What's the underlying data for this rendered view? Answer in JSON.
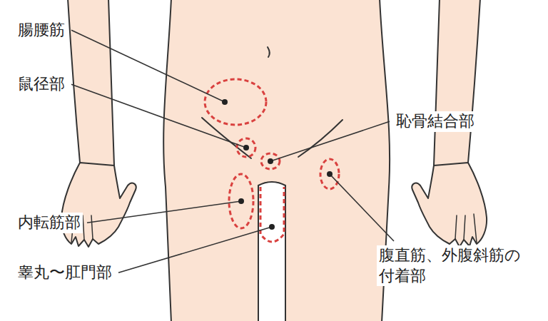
{
  "diagram": {
    "labels": [
      "腸腰筋",
      "鼠径部",
      "恥骨結合部",
      "内転筋部",
      "睾丸〜肛門部",
      "腹直筋、外腹斜筋の 付着部"
    ]
  }
}
